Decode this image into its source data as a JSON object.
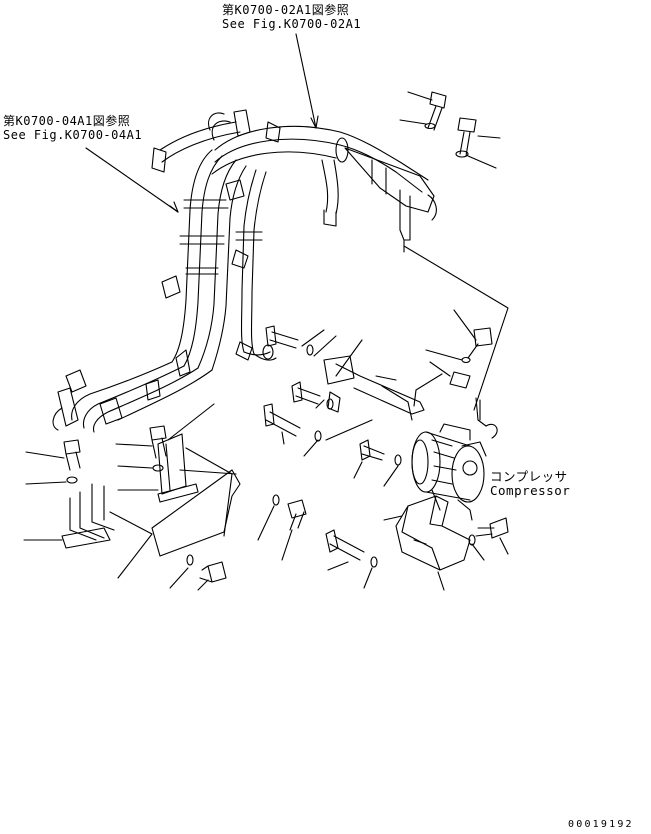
{
  "references": {
    "top": {
      "jp": "第K0700-02A1図参照",
      "en": "See Fig.K0700-02A1"
    },
    "left": {
      "jp": "第K0700-04A1図参照",
      "en": "See Fig.K0700-04A1"
    }
  },
  "compressor": {
    "jp": "コンプレッサ",
    "en": "Compressor"
  },
  "figure_number": "00019192"
}
